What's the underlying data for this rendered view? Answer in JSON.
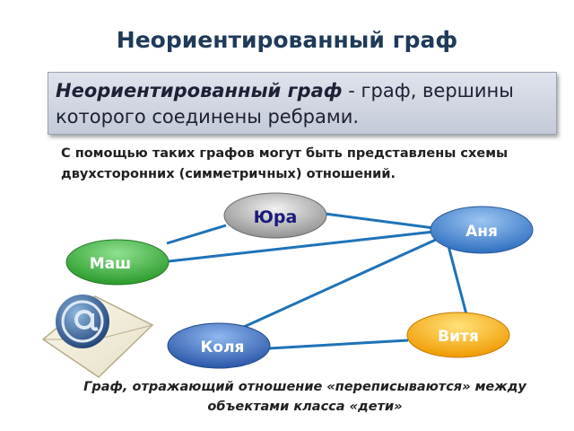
{
  "title": "Неориентированный граф",
  "definition": {
    "term": "Неориентированный граф",
    "rest": " - граф, вершины которого соединены ребрами."
  },
  "intro": "С помощью таких графов могут быть представлены схемы двухсторонних (симметричных) отношений.",
  "graph": {
    "nodes": [
      {
        "id": "yura",
        "label": "Юра",
        "color": "#8a8a8a"
      },
      {
        "id": "anya",
        "label": "Аня",
        "color": "#3b79c9"
      },
      {
        "id": "masha",
        "label": "Маш",
        "color": "#3aa83a"
      },
      {
        "id": "vitya",
        "label": "Витя",
        "color": "#f2a100"
      },
      {
        "id": "kolya",
        "label": "Коля",
        "color": "#2f5fb3"
      }
    ],
    "edges": [
      [
        "yura",
        "anya"
      ],
      [
        "yura",
        "masha"
      ],
      [
        "masha",
        "anya"
      ],
      [
        "anya",
        "kolya"
      ],
      [
        "anya",
        "vitya"
      ],
      [
        "kolya",
        "vitya"
      ]
    ],
    "edge_color": "#1e73b8"
  },
  "icon": "email-at-icon",
  "caption": "Граф, отражающий отношение «переписываются» между объектами класса «дети»"
}
